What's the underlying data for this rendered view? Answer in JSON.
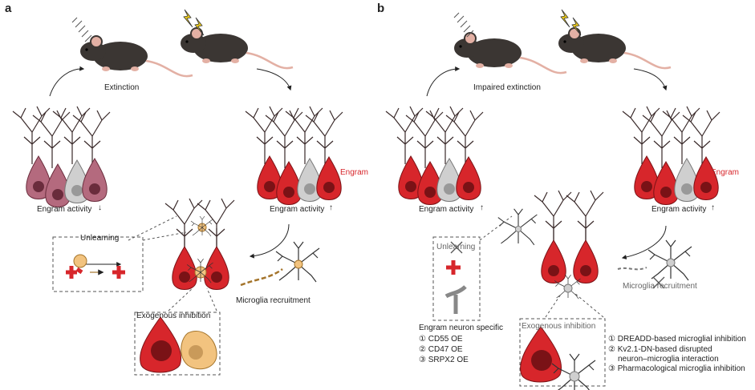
{
  "panel_a": {
    "letter": "a",
    "extinction": "Extinction",
    "engram_activity_left": "Engram activity",
    "engram_activity_right": "Engram activity",
    "engram": "Engram",
    "unlearning": "Unlearning",
    "exogenous_inhibition": "Exogenous inhibition",
    "microglia_recruitment": "Microglia recruitment"
  },
  "panel_b": {
    "letter": "b",
    "impaired_extinction": "Impaired extinction",
    "engram_activity_left": "Engram activity",
    "engram_activity_right": "Engram activity",
    "engram": "Engram",
    "unlearning": "Unlearning",
    "exogenous_inhibition": "Exogenous inhibition",
    "microglia_recruitment": "Microglia recruitment",
    "neuron_specific_title": "Engram neuron specific",
    "neuron_specific_items": [
      "CD55 OE",
      "CD47 OE",
      "SRPX2 OE"
    ],
    "microglia_items": [
      "DREADD-based microglial inhibition",
      "Kv2.1-DN-based disrupted",
      "neuron–microglia interaction",
      "Pharmacological microglia inhibition"
    ]
  },
  "colors": {
    "engram_red": "#d7262b",
    "engram_dark": "#7a1216",
    "silenced_mauve": "#b46a7e",
    "neuron_gray": "#c8c8c8",
    "microglia_tan": "#f2c37f",
    "mouse_fur": "#3b3633"
  }
}
